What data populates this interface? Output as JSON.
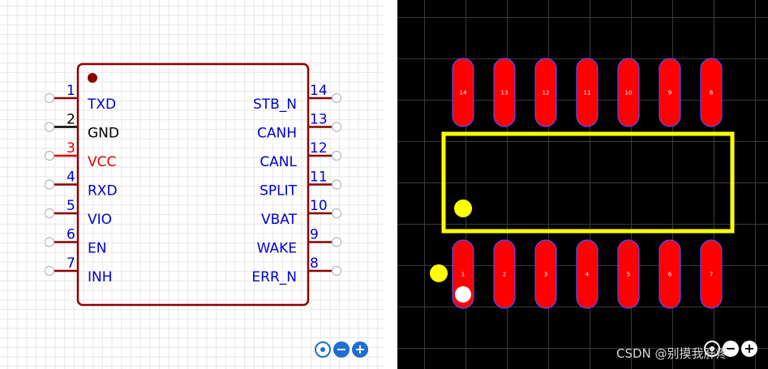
{
  "schematic": {
    "left_pins": [
      {
        "number": "1",
        "name": "TXD",
        "num_color": "#0000cc",
        "name_color": "#0000cc",
        "line_color": "#8b0000"
      },
      {
        "number": "2",
        "name": "GND",
        "num_color": "#000000",
        "name_color": "#000000",
        "line_color": "#000000"
      },
      {
        "number": "3",
        "name": "VCC",
        "num_color": "#dd0000",
        "name_color": "#dd0000",
        "line_color": "#dd0000"
      },
      {
        "number": "4",
        "name": "RXD",
        "num_color": "#0000cc",
        "name_color": "#0000cc",
        "line_color": "#8b0000"
      },
      {
        "number": "5",
        "name": "VIO",
        "num_color": "#0000cc",
        "name_color": "#0000cc",
        "line_color": "#8b0000"
      },
      {
        "number": "6",
        "name": "EN",
        "num_color": "#0000cc",
        "name_color": "#0000cc",
        "line_color": "#8b0000"
      },
      {
        "number": "7",
        "name": "INH",
        "num_color": "#0000cc",
        "name_color": "#0000cc",
        "line_color": "#8b0000"
      }
    ],
    "right_pins": [
      {
        "number": "14",
        "name": "STB_N",
        "num_color": "#0000cc",
        "name_color": "#0000cc",
        "line_color": "#8b0000"
      },
      {
        "number": "13",
        "name": "CANH",
        "num_color": "#0000cc",
        "name_color": "#0000cc",
        "line_color": "#8b0000"
      },
      {
        "number": "12",
        "name": "CANL",
        "num_color": "#0000cc",
        "name_color": "#0000cc",
        "line_color": "#8b0000"
      },
      {
        "number": "11",
        "name": "SPLIT",
        "num_color": "#0000cc",
        "name_color": "#0000cc",
        "line_color": "#8b0000"
      },
      {
        "number": "10",
        "name": "VBAT",
        "num_color": "#0000cc",
        "name_color": "#0000cc",
        "line_color": "#8b0000"
      },
      {
        "number": "9",
        "name": "WAKE",
        "num_color": "#0000cc",
        "name_color": "#0000cc",
        "line_color": "#8b0000"
      },
      {
        "number": "8",
        "name": "ERR_N",
        "num_color": "#0000cc",
        "name_color": "#0000cc",
        "line_color": "#8b0000"
      }
    ],
    "body_color": "#8b0000",
    "pin1_marker_color": "#8b0000"
  },
  "pcb": {
    "top_pads": [
      "14",
      "13",
      "12",
      "11",
      "10",
      "9",
      "8"
    ],
    "bottom_pads": [
      "1",
      "2",
      "3",
      "4",
      "5",
      "6",
      "7"
    ],
    "pad_color": "#ff0000",
    "pad_outline_color": "#5050ff",
    "silkscreen_color": "#ffff00",
    "pin1_dot_color": "#ffff00",
    "origin_marker_color": "#ffffff"
  },
  "controls": {
    "left": {
      "locate": "locate-icon",
      "zoom_out": "−",
      "zoom_in": "+"
    },
    "right": {
      "locate": "locate-icon",
      "zoom_out": "−",
      "zoom_in": "+"
    }
  },
  "watermark": "CSDN @别摸我肝疼"
}
